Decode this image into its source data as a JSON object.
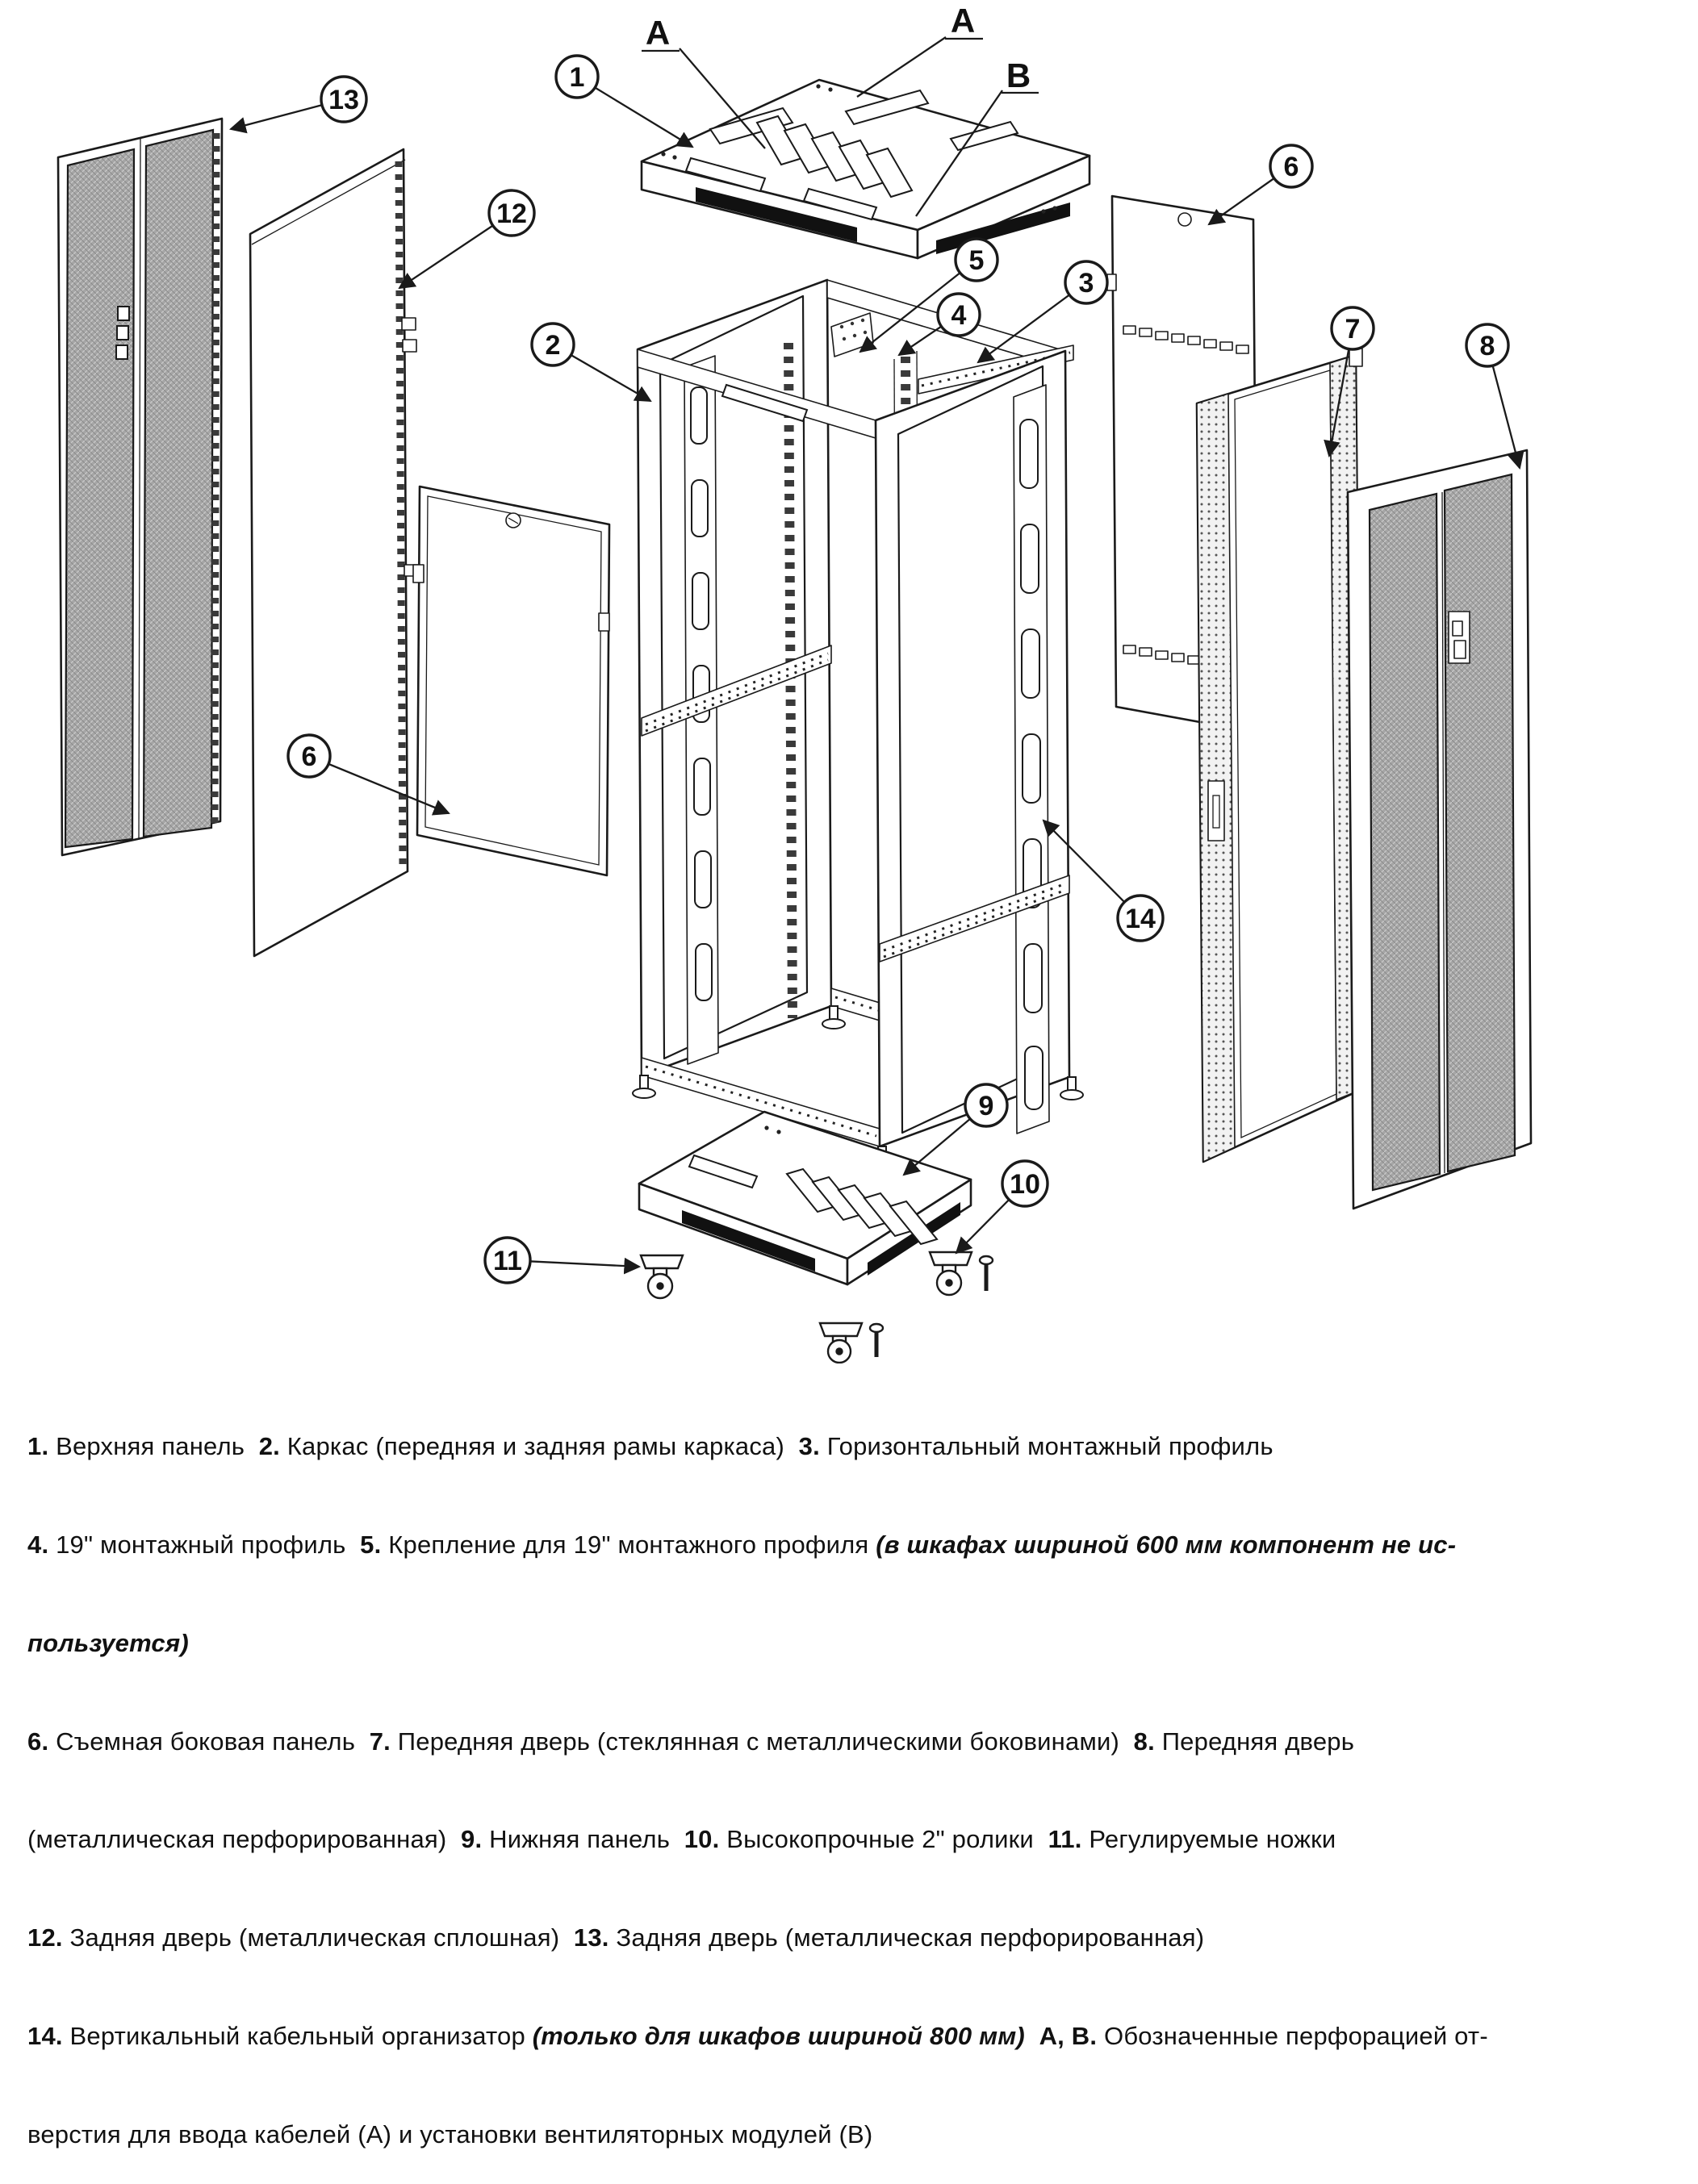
{
  "page": {
    "background": "#ffffff",
    "ink_color": "#1a1a1a",
    "perforation_gray": "#a6a6a6",
    "strip_black": "#111111"
  },
  "diagram": {
    "description_names": {
      "top_panel": "Верхняя панель",
      "frame": "Каркас",
      "bottom_panel": "Нижняя панель"
    },
    "callouts": {
      "c1": {
        "label": "1"
      },
      "c2": {
        "label": "2"
      },
      "c3": {
        "label": "3"
      },
      "c4": {
        "label": "4"
      },
      "c5": {
        "label": "5"
      },
      "c6a": {
        "label": "6"
      },
      "c6b": {
        "label": "6"
      },
      "c7": {
        "label": "7"
      },
      "c8": {
        "label": "8"
      },
      "c9": {
        "label": "9"
      },
      "c10": {
        "label": "10"
      },
      "c11": {
        "label": "11"
      },
      "c12": {
        "label": "12"
      },
      "c13": {
        "label": "13"
      },
      "c14": {
        "label": "14"
      }
    },
    "letters": {
      "a_left": {
        "label": "A"
      },
      "a_right": {
        "label": "A"
      },
      "b": {
        "label": "B"
      }
    }
  },
  "legend": {
    "lines": [
      {
        "segments": [
          {
            "style": "b",
            "text": "1."
          },
          {
            "style": "n",
            "text": " Верхняя панель  "
          },
          {
            "style": "b",
            "text": "2."
          },
          {
            "style": "n",
            "text": " Каркас (передняя и задняя рамы каркаса)  "
          },
          {
            "style": "b",
            "text": "3."
          },
          {
            "style": "n",
            "text": " Горизонтальный монтажный профиль"
          }
        ]
      },
      {
        "segments": [
          {
            "style": "b",
            "text": "4."
          },
          {
            "style": "n",
            "text": " 19\" монтажный профиль  "
          },
          {
            "style": "b",
            "text": "5."
          },
          {
            "style": "n",
            "text": " Крепление для 19\" монтажного профиля "
          },
          {
            "style": "bi",
            "text": "(в шкафах шириной 600 мм компонент не ис-"
          }
        ]
      },
      {
        "segments": [
          {
            "style": "bi",
            "text": "пользуется)"
          }
        ]
      },
      {
        "segments": [
          {
            "style": "b",
            "text": "6."
          },
          {
            "style": "n",
            "text": " Съемная боковая панель  "
          },
          {
            "style": "b",
            "text": "7."
          },
          {
            "style": "n",
            "text": " Передняя дверь (стеклянная с металлическими боковинами)  "
          },
          {
            "style": "b",
            "text": "8."
          },
          {
            "style": "n",
            "text": " Передняя дверь"
          }
        ]
      },
      {
        "segments": [
          {
            "style": "n",
            "text": "(металлическая перфорированная)  "
          },
          {
            "style": "b",
            "text": "9."
          },
          {
            "style": "n",
            "text": " Нижняя панель  "
          },
          {
            "style": "b",
            "text": "10."
          },
          {
            "style": "n",
            "text": " Высокопрочные 2\" ролики  "
          },
          {
            "style": "b",
            "text": "11."
          },
          {
            "style": "n",
            "text": " Регулируемые ножки"
          }
        ]
      },
      {
        "segments": [
          {
            "style": "b",
            "text": "12."
          },
          {
            "style": "n",
            "text": " Задняя дверь (металлическая сплошная)  "
          },
          {
            "style": "b",
            "text": "13."
          },
          {
            "style": "n",
            "text": " Задняя дверь (металлическая перфорированная)"
          }
        ]
      },
      {
        "segments": [
          {
            "style": "b",
            "text": "14."
          },
          {
            "style": "n",
            "text": " Вертикальный кабельный организатор "
          },
          {
            "style": "bi",
            "text": "(только для шкафов шириной 800 мм)"
          },
          {
            "style": "n",
            "text": "  "
          },
          {
            "style": "b",
            "text": "A, B."
          },
          {
            "style": "n",
            "text": " Обозначенные перфорацией от-"
          }
        ]
      },
      {
        "segments": [
          {
            "style": "n",
            "text": "верстия для ввода кабелей (А) и установки вентиляторных модулей (В)"
          }
        ]
      }
    ]
  }
}
